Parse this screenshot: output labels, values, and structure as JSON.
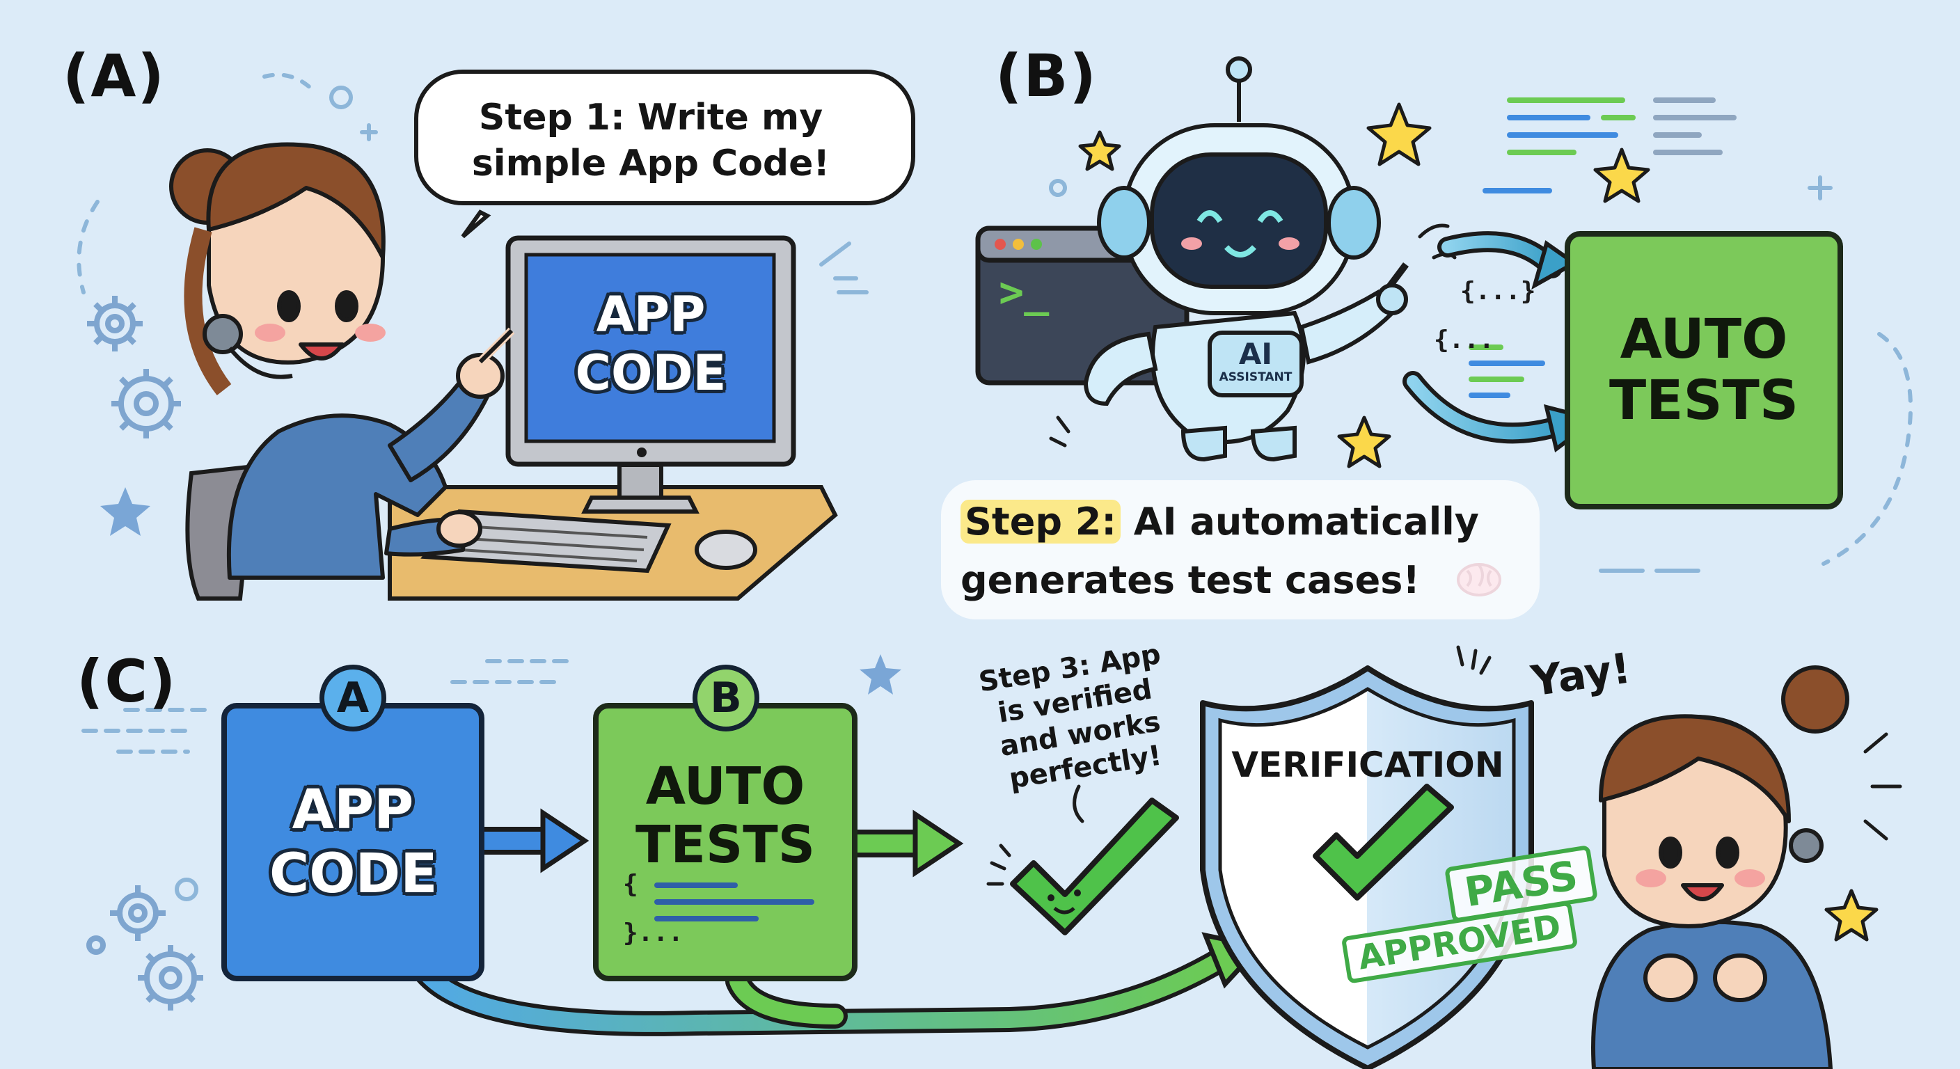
{
  "panels": {
    "a": {
      "label": "(A)",
      "speech": "Step 1: Write my simple App Code!",
      "monitor_text": "APP CODE"
    },
    "b": {
      "label": "(B)",
      "robot_badge": "AI",
      "robot_badge_sub": "ASSISTANT",
      "terminal_prompt": ">_",
      "code_snippets": [
        "{...}",
        "{..."
      ],
      "box_text": "AUTO TESTS",
      "caption_highlight": "Step 2:",
      "caption_rest": "AI automatically generates test cases!"
    },
    "c": {
      "label": "(C)",
      "app_code_badge": "A",
      "app_code_text": "APP CODE",
      "auto_tests_badge": "B",
      "auto_tests_text": "AUTO TESTS",
      "code_open": "{",
      "code_close": "}...",
      "step3_note": "Step 3: App is verified and works perfectly!",
      "shield_text": "VERIFICATION",
      "stamp_pass": "PASS",
      "stamp_approved": "APPROVED",
      "exclamation": "Yay!"
    }
  },
  "colors": {
    "background": "#dcebf8",
    "app_code_blue": "#3f8be0",
    "auto_tests_green": "#7cc95a",
    "check_green": "#4fc24a",
    "highlight_yellow": "#fbe98a",
    "sweater_blue": "#4f7fb8",
    "hair_brown": "#8b4f2b"
  },
  "icons": [
    "lightbulb-icon",
    "brain-icon",
    "gear-icon",
    "star-icon",
    "checkmark-icon",
    "shield-icon",
    "arrow-icon"
  ]
}
